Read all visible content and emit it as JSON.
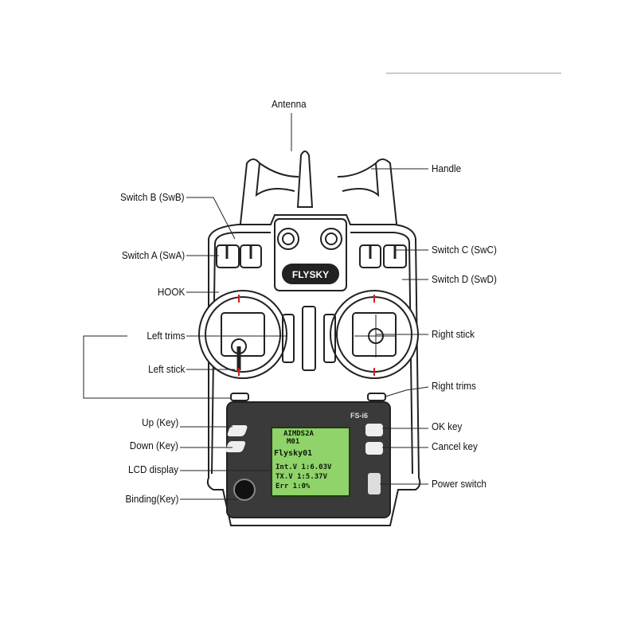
{
  "labels": {
    "antenna": "Antenna",
    "handle": "Handle",
    "switch_b": "Switch B (SwB)",
    "switch_a": "Switch A (SwA)",
    "hook": "HOOK",
    "left_trims": "Left trims",
    "left_stick": "Left stick",
    "up_key": "Up (Key)",
    "down_key": "Down (Key)",
    "lcd_display": "LCD display",
    "binding_key": "Binding(Key)",
    "switch_c": "Switch C (SwC)",
    "switch_d": "Switch D (SwD)",
    "right_stick": "Right stick",
    "right_trims": "Right trims",
    "ok_key": "OK key",
    "cancel_key": "Cancel key",
    "power_switch": "Power switch"
  },
  "device": {
    "brand": "FLYSKY",
    "model": "FS-i6"
  },
  "lcd": {
    "line1": "AIMDS2A",
    "line2": "M01",
    "model_name": "Flysky01",
    "int_v": "Int.V 1:6.03V",
    "tx_v": "TX.V 1:5.37V",
    "err": "Err 1:0%"
  },
  "colors": {
    "lcd_green": "#8fd36a",
    "trim_red": "#d0201a",
    "panel_dark": "#3a3a3a"
  }
}
